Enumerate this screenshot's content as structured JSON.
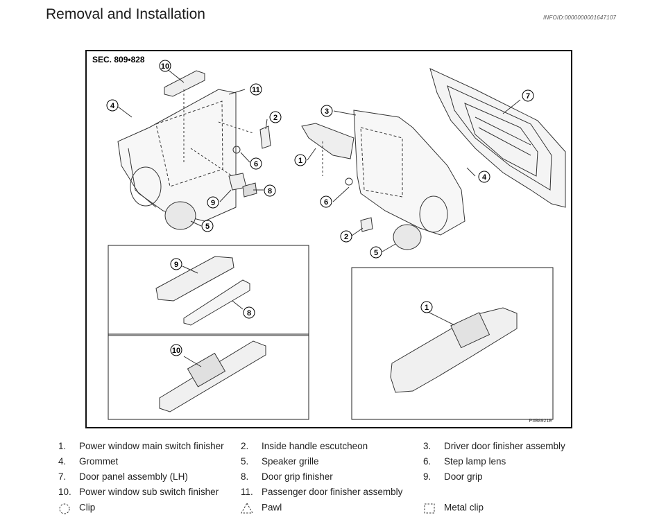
{
  "header": {
    "title": "Removal and Installation",
    "info_id": "INFOID:0000000001647107"
  },
  "figure": {
    "section": "SEC. 809•828",
    "code": "PIIB8921E",
    "callouts": [
      "10",
      "11",
      "4",
      "2",
      "6",
      "8",
      "9",
      "5",
      "3",
      "1",
      "6",
      "2",
      "5",
      "7",
      "4",
      "9",
      "8",
      "10",
      "1"
    ]
  },
  "legend": {
    "items": [
      {
        "num": "1.",
        "label": "Power window main switch finisher"
      },
      {
        "num": "2.",
        "label": "Inside handle escutcheon"
      },
      {
        "num": "3.",
        "label": "Driver door finisher assembly"
      },
      {
        "num": "4.",
        "label": "Grommet"
      },
      {
        "num": "5.",
        "label": "Speaker grille"
      },
      {
        "num": "6.",
        "label": "Step lamp lens"
      },
      {
        "num": "7.",
        "label": "Door panel assembly (LH)"
      },
      {
        "num": "8.",
        "label": "Door grip finisher"
      },
      {
        "num": "9.",
        "label": "Door grip"
      },
      {
        "num": "10.",
        "label": "Power window sub switch finisher"
      },
      {
        "num": "11.",
        "label": "Passenger door finisher assembly"
      }
    ],
    "symbols": [
      {
        "icon": "clip-icon",
        "label": "Clip"
      },
      {
        "icon": "pawl-icon",
        "label": "Pawl"
      },
      {
        "icon": "metal-clip-icon",
        "label": "Metal clip"
      }
    ]
  }
}
